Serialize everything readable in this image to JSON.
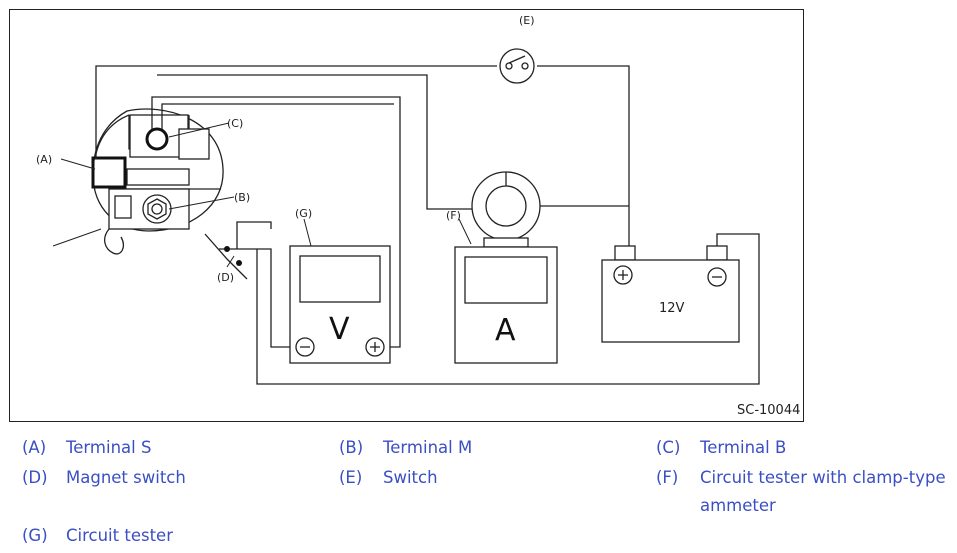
{
  "figure": {
    "code": "SC-10044",
    "labels": {
      "A": "(A)",
      "B": "(B)",
      "C": "(C)",
      "D": "(D)",
      "E": "(E)",
      "F": "(F)",
      "G": "(G)"
    },
    "voltmeter_symbol": "V",
    "ammeter_symbol": "A",
    "battery_label": "12V"
  },
  "legend": [
    {
      "key": "(A)",
      "text": "Terminal S"
    },
    {
      "key": "(B)",
      "text": "Terminal M"
    },
    {
      "key": "(C)",
      "text": "Terminal B"
    },
    {
      "key": "(D)",
      "text": "Magnet switch"
    },
    {
      "key": "(E)",
      "text": "Switch"
    },
    {
      "key": "(F)",
      "text": "Circuit tester with clamp-type",
      "text2": "ammeter"
    },
    {
      "key": "(G)",
      "text": "Circuit tester"
    }
  ]
}
